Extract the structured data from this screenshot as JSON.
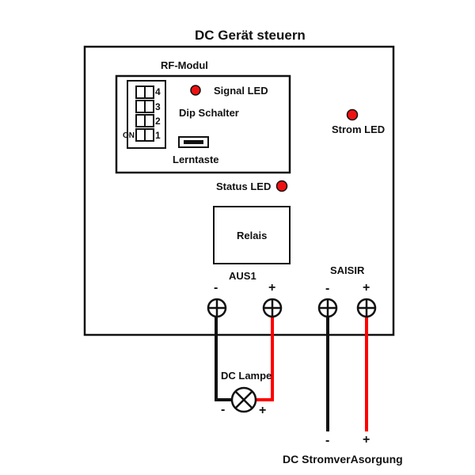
{
  "title": "DC Gerät steuern",
  "colors": {
    "line": "#111111",
    "led": "#ee1111",
    "positive_wire": "#ff0000",
    "negative_wire": "#111111"
  },
  "rf_module": {
    "label": "RF-Modul",
    "signal_led_label": "Signal LED",
    "dip_switch_label": "Dip Schalter",
    "dip_positions": [
      "4",
      "3",
      "2",
      "1"
    ],
    "dip_on_label": "ON",
    "learn_button_label": "Lerntaste"
  },
  "power_led_label": "Strom LED",
  "status_led_label": "Status LED",
  "relay_label": "Relais",
  "output_terminal": {
    "label": "AUS1",
    "minus": "-",
    "plus": "+"
  },
  "input_terminal": {
    "label": "SAISIR",
    "minus": "-",
    "plus": "+"
  },
  "lamp": {
    "label": "DC Lampe",
    "minus": "-",
    "plus": "+"
  },
  "power_supply": {
    "label": "DC StromverAsorgung",
    "minus": "-",
    "plus": "+"
  }
}
